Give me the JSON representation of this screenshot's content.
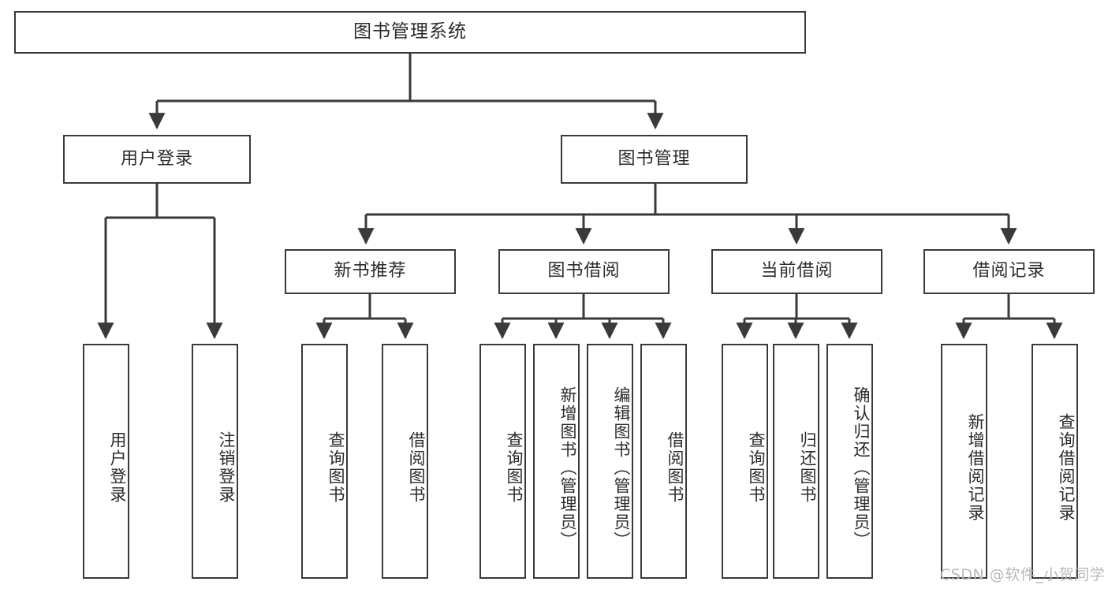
{
  "diagram": {
    "title": "图书管理系统",
    "type": "tree-hierarchy",
    "stroke_color": "#3a3a3a",
    "text_color": "#2b2b2b",
    "background_color": "#ffffff"
  },
  "nodes": {
    "root": {
      "label": "图书管理系统"
    },
    "level2": [
      {
        "label": "用户登录"
      },
      {
        "label": "图书管理"
      }
    ],
    "level3": [
      {
        "label": "新书推荐"
      },
      {
        "label": "图书借阅"
      },
      {
        "label": "当前借阅"
      },
      {
        "label": "借阅记录"
      }
    ],
    "leaves": [
      {
        "label": "用户登录"
      },
      {
        "label": "注销登录"
      },
      {
        "label": "查询图书"
      },
      {
        "label": "借阅图书"
      },
      {
        "label": "查询图书"
      },
      {
        "label": "新增图书（管理员）"
      },
      {
        "label": "编辑图书（管理员）"
      },
      {
        "label": "借阅图书"
      },
      {
        "label": "查询图书"
      },
      {
        "label": "归还图书"
      },
      {
        "label": "确认归还（管理员）"
      },
      {
        "label": "新增借阅记录"
      },
      {
        "label": "查询借阅记录"
      }
    ]
  },
  "watermark": {
    "text": "CSDN @软件_小贺同学"
  }
}
